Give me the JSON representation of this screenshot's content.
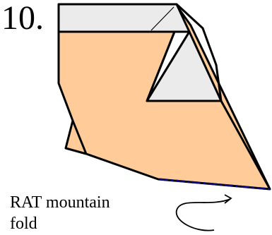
{
  "step": {
    "number": "10."
  },
  "instruction": {
    "line1": "RAT mountain",
    "line2": "fold"
  },
  "colors": {
    "paper_front": "#ffcc99",
    "paper_back": "#ebebeb",
    "outline": "#000000",
    "mountain_fold_line": "#0a0a7a",
    "background": "#ffffff"
  },
  "diagram": {
    "fold_type": "mountain fold",
    "arrow": "curved-fold-arrow"
  }
}
